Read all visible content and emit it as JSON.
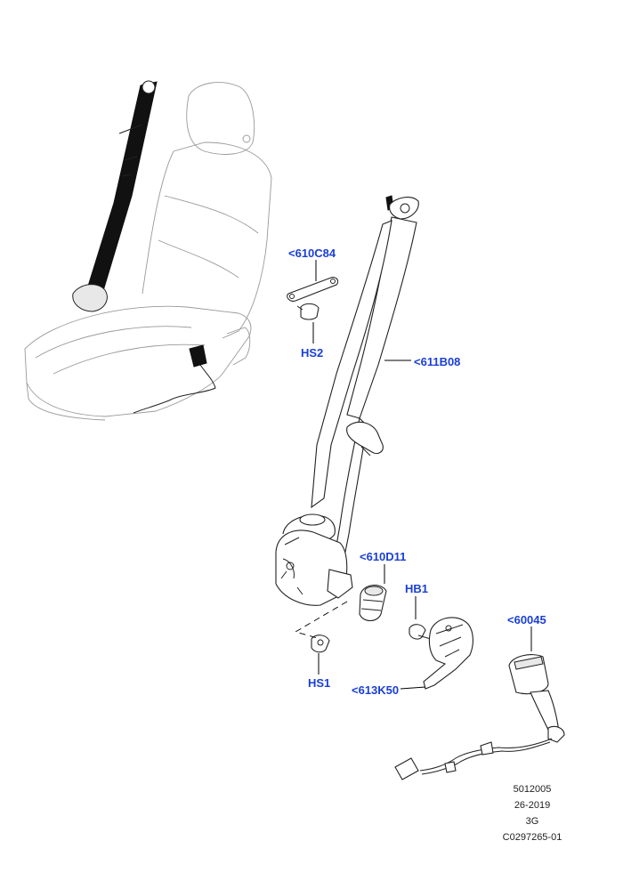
{
  "callouts": {
    "c610C84": "<610C84",
    "HS2": "HS2",
    "c611B08": "<611B08",
    "c610D11": "<610D11",
    "HB1": "HB1",
    "c60045": "<60045",
    "HS1": "HS1",
    "c613K50": "<613K50"
  },
  "reference": {
    "line1": "5012005",
    "line2": "26-2019",
    "line3": "3G",
    "line4": "C0297265-01"
  },
  "colors": {
    "callout": "#1a3fd6",
    "reference": "#222222",
    "line": "#222222",
    "seat_outline": "#aaaaaa"
  }
}
